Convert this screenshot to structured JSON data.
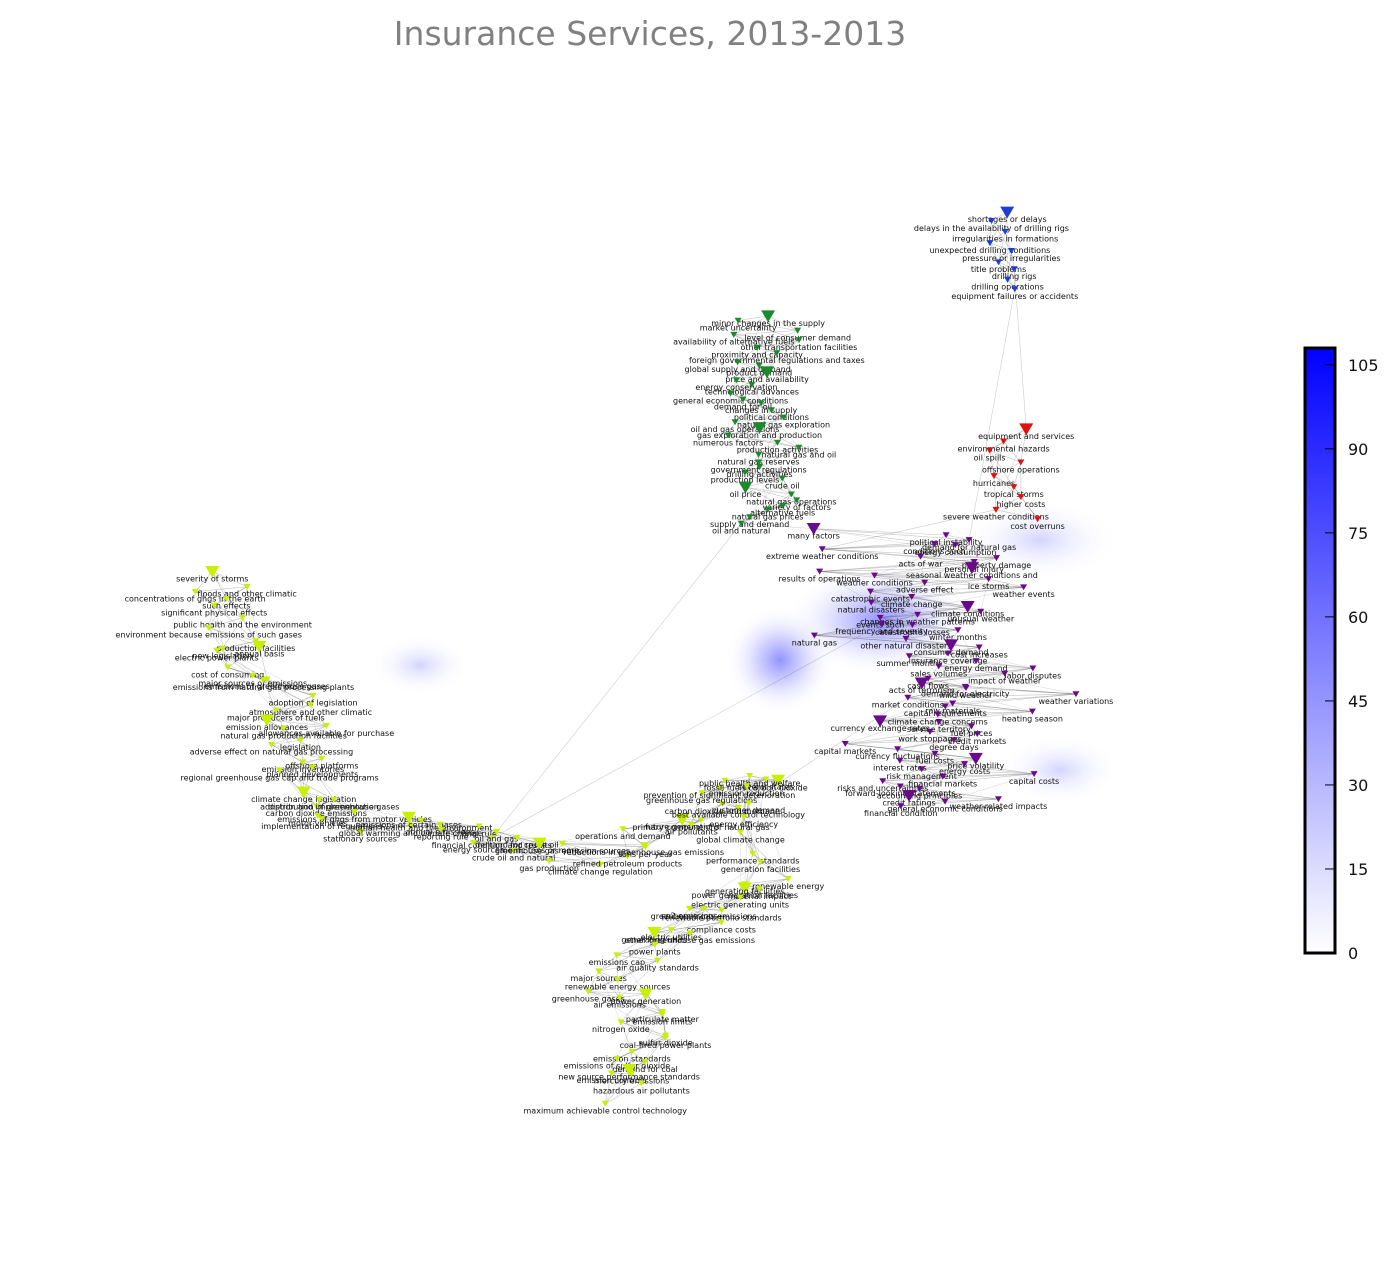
{
  "title": "Insurance Services, 2013-2013",
  "colorbar": {
    "min": 0,
    "max": 108,
    "ticks": [
      "0",
      "15",
      "30",
      "45",
      "60",
      "75",
      "90",
      "105"
    ],
    "color_low": "#ffffff",
    "color_high": "#0000ff"
  },
  "clusters": {
    "blue": {
      "color": "#1f3fd0",
      "nodes": [
        "shortages or delays",
        "delays in the availability of drilling rigs",
        "irregularities in formations",
        "unexpected drilling conditions",
        "pressure or irregularities",
        "title problems",
        "drilling rigs",
        "drilling operations",
        "equipment failures or accidents"
      ]
    },
    "green": {
      "color": "#1a8a2a",
      "nodes": [
        "minor changes in the supply",
        "market uncertainty",
        "level of consumer demand",
        "availability of alternative fuels",
        "other transportation facilities",
        "proximity and capacity",
        "foreign governmental regulations and taxes",
        "global supply and demand",
        "product demand",
        "price and availability",
        "energy conservation",
        "technological advances",
        "general economic conditions",
        "demand for oil",
        "changes in supply",
        "political conditions",
        "natural gas exploration",
        "oil and gas operations",
        "gas exploration and production",
        "numerous factors",
        "production activities",
        "natural gas and oil",
        "natural gas reserves",
        "government regulations",
        "drilling activities",
        "production levels",
        "crude oil",
        "oil price",
        "natural gas operations",
        "variety of factors",
        "alternative fuels",
        "natural gas prices",
        "supply and demand",
        "oil and natural"
      ]
    },
    "red": {
      "color": "#e01010",
      "nodes": [
        "equipment and services",
        "environmental hazards",
        "oil spills",
        "offshore operations",
        "hurricanes",
        "tropical storms",
        "higher costs",
        "severe weather conditions",
        "cost overruns"
      ]
    },
    "purple": {
      "color": "#6a0a8a",
      "nodes": [
        "many factors",
        "political instability",
        "demand for natural gas",
        "conditions such",
        "energy consumption",
        "extreme weather conditions",
        "acts of war",
        "property damage",
        "personal injury",
        "seasonal weather conditions and",
        "results of operations",
        "weather conditions",
        "ice storms",
        "adverse effect",
        "weather events",
        "catastrophic events",
        "climate change",
        "natural disasters",
        "climate conditions",
        "unusual weather",
        "changes in weather patterns",
        "events such",
        "frequency and severity",
        "catastrophe losses",
        "winter months",
        "natural gas",
        "other natural disasters",
        "consumer demand",
        "cost increases",
        "insurance coverage",
        "summer months",
        "energy demand",
        "sales volumes",
        "labor disputes",
        "impact of weather",
        "cash flows",
        "acts of terrorism",
        "demand for electricity",
        "mild weather",
        "weather variations",
        "market conditions",
        "raw materials",
        "capital requirements",
        "heating season",
        "climate change concerns",
        "currency exchange rates",
        "service territory",
        "fuel prices",
        "work stoppages",
        "credit markets",
        "degree days",
        "capital markets",
        "currency fluctuations",
        "fuel costs",
        "price volatility",
        "interest rates",
        "energy costs",
        "risk management",
        "capital costs",
        "financial markets",
        "risks and uncertainties",
        "forward-looking statements",
        "accounting principles",
        "credit ratings",
        "weather-related impacts",
        "general economic conditions",
        "financial condition"
      ]
    },
    "lime": {
      "color": "#c8f000",
      "nodes": [
        "severity of storms",
        "concentrations of ghgs in the earth",
        "floods and other climatic",
        "such effects",
        "significant physical effects",
        "public health and the environment",
        "environment because emissions of such gases",
        "production facilities",
        "new legislation",
        "annual basis",
        "electric power plants",
        "cost of consuming",
        "emissions of greenhouse gases",
        "major sources of emissions",
        "emissions from natural gas processing plants",
        "adoption of legislation",
        "atmosphere and other climatic",
        "major producers of fuels",
        "emission allowances",
        "allowances available for purchase",
        "natural gas production facilities",
        "legislation",
        "adverse effect on natural gas processing",
        "offshore platforms",
        "emission inventories",
        "planned developments",
        "regional greenhouse gas cap and trade programs",
        "climate change legislation",
        "distribution of greenhouse gases",
        "carbon dioxide emissions",
        "adoption and implementation",
        "emissions of ghgs from motor vehicles",
        "motor vehicles",
        "implementation of regulations",
        "stationary sources",
        "global warming and climate change",
        "emissions of certain gases",
        "human health and the environment",
        "annual emissions",
        "reporting rule",
        "final rule",
        "financial condition and results",
        "oil and gas",
        "energy sources",
        "demand for crude oil",
        "metric tons or more",
        "crude oil and natural",
        "gas production",
        "climate change regulation",
        "greenhouse gas emission sources",
        "refined petroleum products",
        "tons per year",
        "reductions in greenhouse gas emissions",
        "operations and demand",
        "future generations",
        "primary component of natural gas",
        "air pollutants",
        "carbon dioxide and methane",
        "best available control technology",
        "greenhouse gas regulations",
        "prevention of significant deterioration",
        "fossil fuels",
        "several states",
        "carbon dioxide",
        "public health and welfare",
        "emission reduction",
        "customer demand",
        "energy efficiency",
        "global climate change",
        "performance standards",
        "generation facilities",
        "renewable energy",
        "power generation facilities",
        "generating facilities",
        "material impact",
        "electric generating units",
        "renewable portfolio standards",
        "co2 emissions",
        "greenhouse gas emissions",
        "compliance costs",
        "electric utilities",
        "generating units",
        "other greenhouse gas emissions",
        "power plants",
        "emissions cap",
        "air quality standards",
        "major sources",
        "renewable energy sources",
        "greenhouse gases",
        "air emissions",
        "power generation",
        "emission limits",
        "particulate matter",
        "nitrogen oxide",
        "sulfur dioxide",
        "coal-fired power plants",
        "emission standards",
        "emissions of sulfur dioxide",
        "demand for coal",
        "new source performance standards",
        "emission controls",
        "mercury emissions",
        "hazardous air pollutants",
        "maximum achievable control technology"
      ]
    }
  }
}
